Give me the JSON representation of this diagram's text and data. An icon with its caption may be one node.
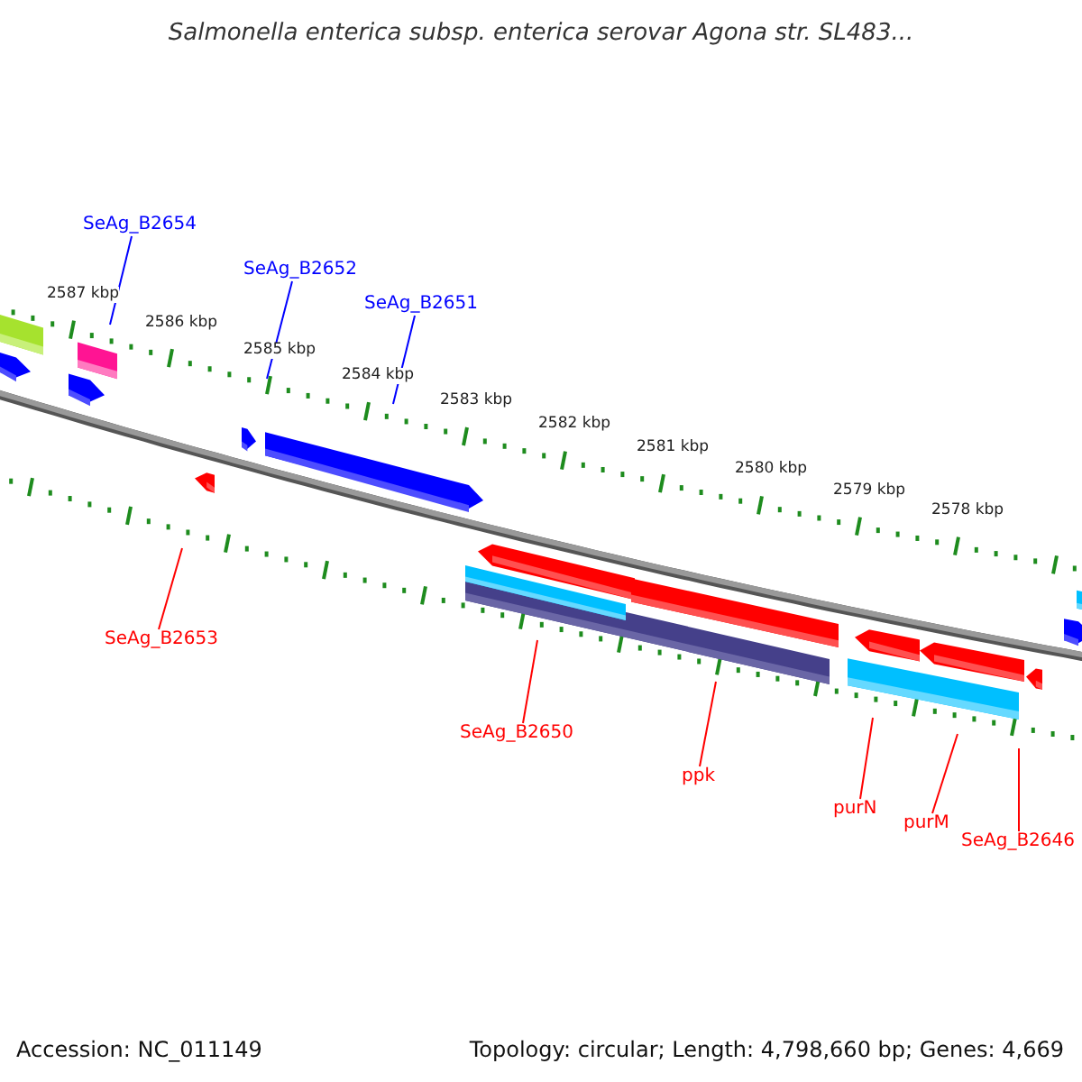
{
  "diagram": {
    "title": "Salmonella enterica subsp. enterica serovar Agona str. SL483...",
    "nodes": [
      {
        "text": [
          "SeAg_B2654"
        ]
      },
      {
        "text": [
          "SeAg_B2652"
        ]
      },
      {
        "text": [
          "SeAg_B2651"
        ]
      },
      {
        "text": [
          "SeAg_B2653"
        ]
      },
      {
        "text": [
          "SeAg_B2650"
        ]
      },
      {
        "text": [
          "ppk"
        ]
      },
      {
        "text": [
          "purN"
        ]
      },
      {
        "text": [
          "purM"
        ]
      },
      {
        "text": [
          "SeAg_B2646"
        ]
      }
    ],
    "edges": [
      {
        "from": 0,
        "to": null,
        "arrow": "none",
        "color": "#0000ff"
      },
      {
        "from": 1,
        "to": null,
        "arrow": "none",
        "color": "#0000ff"
      },
      {
        "from": 2,
        "to": null,
        "arrow": "none",
        "color": "#0000ff"
      },
      {
        "from": 3,
        "to": null,
        "arrow": "none"
      },
      {
        "from": 4,
        "to": null,
        "arrow": "none"
      },
      {
        "from": 5,
        "to": null,
        "arrow": "none"
      },
      {
        "from": 6,
        "to": null,
        "arrow": "none"
      },
      {
        "from": 7,
        "to": null,
        "arrow": "none"
      },
      {
        "from": 8,
        "to": null,
        "arrow": "none"
      }
    ],
    "labels": [
      "2587 kbp",
      "2586 kbp",
      "2585 kbp",
      "2584 kbp",
      "2583 kbp",
      "2582 kbp",
      "2581 kbp",
      "2580 kbp",
      "2579 kbp",
      "2578 kbp",
      "Accession: NC_011149",
      "Topology: circular; Length: 4,798,660 bp; Genes: 4,669"
    ]
  }
}
